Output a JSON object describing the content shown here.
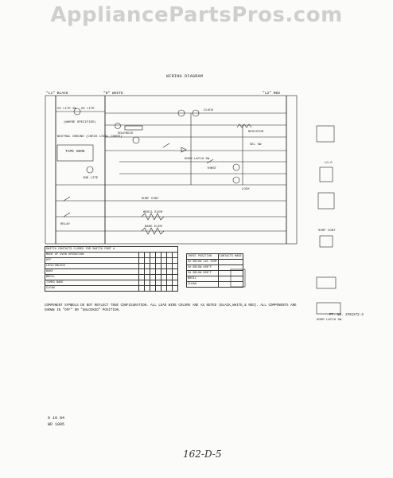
{
  "watermark": "AppliancePartsPros.com",
  "diagram": {
    "title": "WIRING DIAGRAM",
    "lines": {
      "l1": "\"L1\" BLACK",
      "n": "\"N\" WHITE",
      "l2": "\"L2\" RED"
    },
    "labels": {
      "ov_lite_sw": "OV LITE SW",
      "ov_lite": "OV LITE",
      "where_specified": "(WHERE SPECIFIED)",
      "neutral_ground": "NEUTRAL GROUND (CHECK LOCAL CODES)",
      "tape_here": "TAPE HERE",
      "solenoid": "SOLENOID",
      "clock": "CLOCK",
      "resistor": "RESISTOR",
      "thrst": "THRST",
      "door_latch_sw": "DOOR LATCH SW",
      "sel_sw": "SEL SW",
      "lock": "LOCK",
      "surf_cont": "SURF CONT",
      "broil_elem": "BROIL ELEM",
      "bake_elem": "BAKE ELEM",
      "relay": "RELAY",
      "ind_lite": "IND LITE"
    }
  },
  "switch_table": {
    "headers": [
      "SWITCH CONTACTS CLOSED FOR SWITCH PART #",
      "MODE OF OVEN OPERATION",
      "OFF",
      "LOCK/UNLOCK",
      "BAKE",
      "BROIL",
      "TIMED BAKE",
      "CLEAN"
    ]
  },
  "right_table": {
    "headers": [
      "THRST POSITION",
      "CONTACTS MADE"
    ],
    "rows": [
      "5# BELOW 1#1 TEMP",
      "5# BELOW 400°F",
      "5# BELOW 600°F",
      "BROIL",
      "CLEAN"
    ]
  },
  "notes": {
    "line1": "COMPONENT SYMBOLS DO NOT REFLECT TRUE CONFIGURATION. ALL LEAD WIRE COLORS ARE AS NOTED (BLACK,WHITE,& RED). ALL COMPONENTS ARE",
    "line2": "SHOWN IN \"OFF\" OR \"UNLOCKED\" POSITION.",
    "part_no": "PT. NO. 3781X72-3"
  },
  "side_labels": {
    "lo_g": "LO-G",
    "surf_cont": "SURF CONT",
    "door_latch_sw": "DOOR LATCH SW"
  },
  "footer": {
    "date": "9 10 84",
    "code": "WD 1005"
  },
  "signature": "162-D-5"
}
